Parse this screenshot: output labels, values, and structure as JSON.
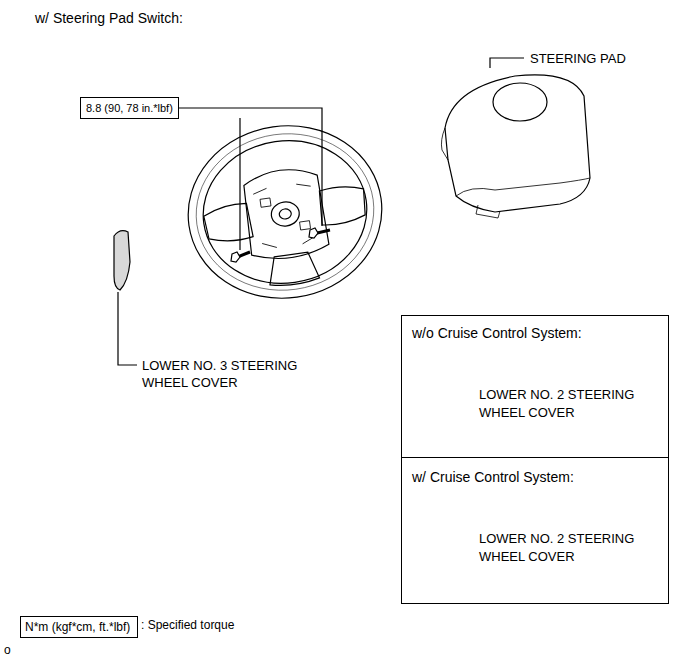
{
  "diagram": {
    "title": "w/ Steering Pad Switch:",
    "nodes": [
      {
        "text": [
          "8.8 (90, 78 in.*lbf)"
        ]
      },
      {
        "text": [
          "w/o Cruise Control System:",
          "LOWER NO. 2 STEERING WHEEL COVER"
        ]
      },
      {
        "text": [
          "w/ Cruise Control System:",
          "LOWER NO. 2 STEERING WHEEL COVER"
        ]
      },
      {
        "text": [
          "N*m (kgf*cm, ft.*lbf)"
        ]
      }
    ],
    "labels": [
      "STEERING PAD",
      "LOWER NO. 3 STEERING WHEEL COVER",
      ": Specified torque",
      "o"
    ]
  }
}
